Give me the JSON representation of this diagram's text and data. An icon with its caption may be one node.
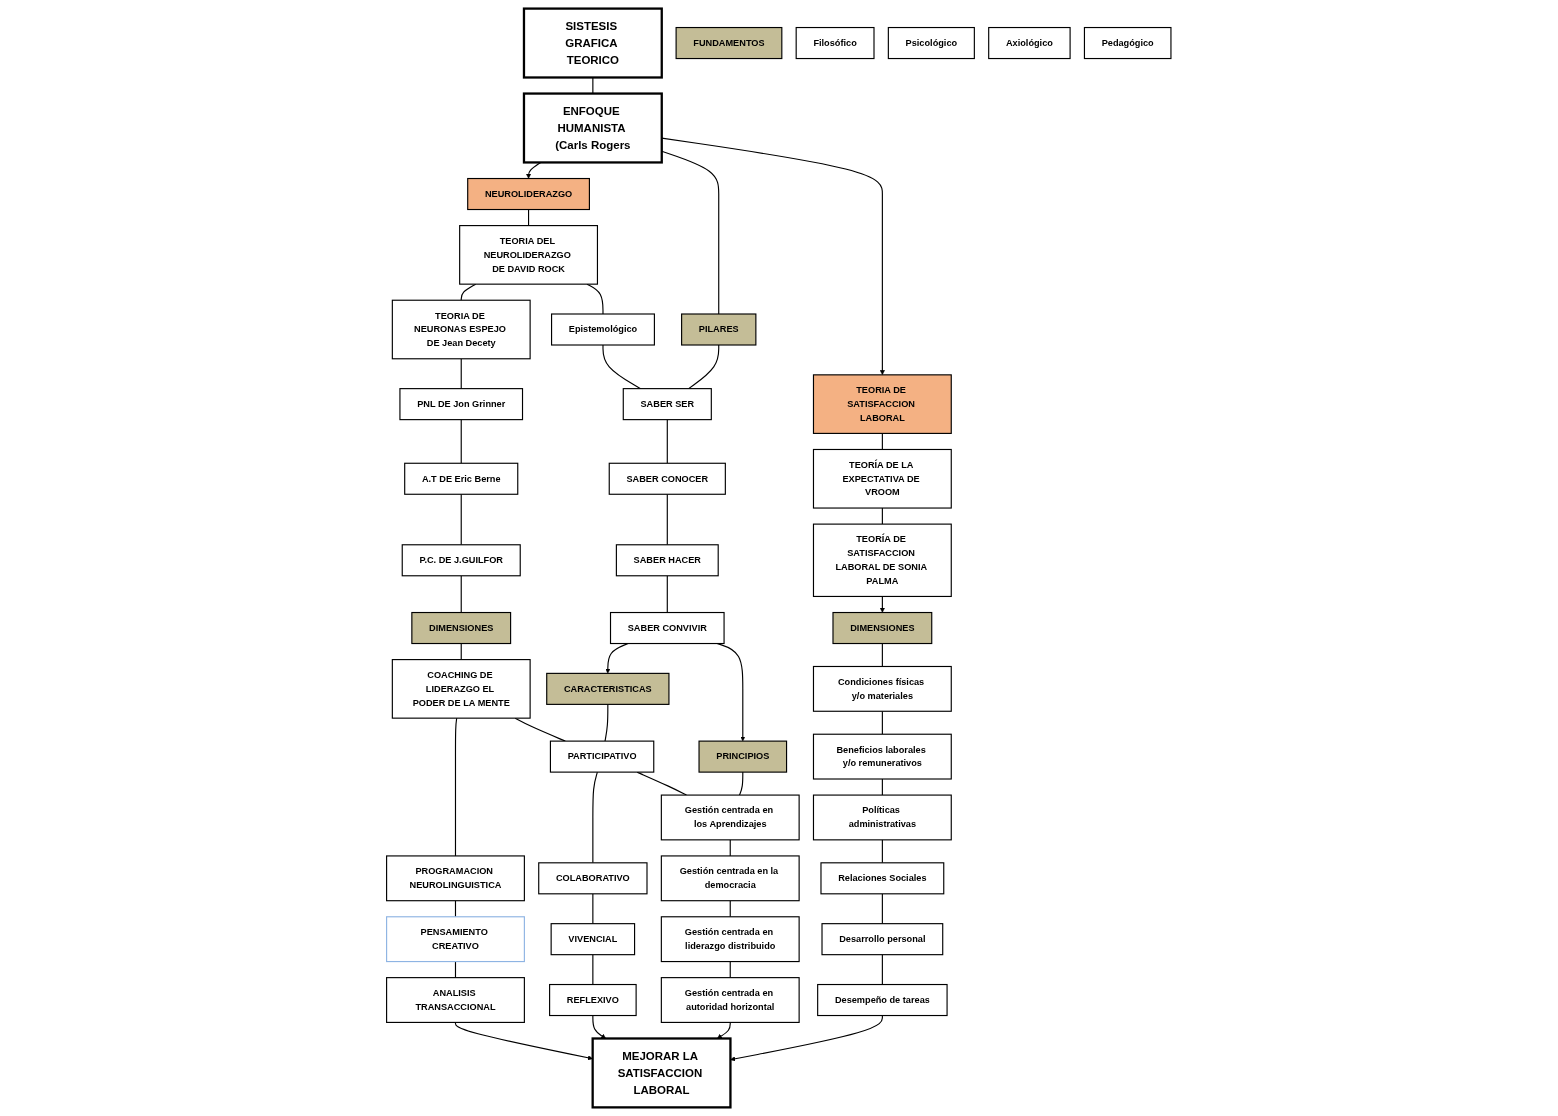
{
  "diagram": {
    "nodes": [
      {
        "text": [
          "SISTESIS GRAFICA TEORICO"
        ]
      },
      {
        "text": [
          "ENFOQUE HUMANISTA (Carls Rogers"
        ]
      },
      {
        "text": [
          "NEUROLIDERAZGO"
        ]
      },
      {
        "text": [
          "TEORIA DEL NEUROLIDERAZGO DE DAVID ROCK"
        ]
      },
      {
        "text": [
          "TEORIA DE NEURONAS ESPEJO DE Jean Decety"
        ]
      },
      {
        "text": [
          "PNL DE Jon Grinner"
        ]
      },
      {
        "text": [
          "A.T DE Eric Berne"
        ]
      },
      {
        "text": [
          "P.C. DE J.GUILFOR"
        ]
      },
      {
        "text": [
          "DIMENSIONES"
        ]
      },
      {
        "text": [
          "COACHING DE LIDERAZGO EL PODER DE LA MENTE"
        ]
      },
      {
        "text": [
          "PROGRAMACION NEUROLINGUISTICA"
        ]
      },
      {
        "text": [
          "PENSAMIENTO CREATIVO"
        ]
      },
      {
        "text": [
          "ANALISIS TRANSACCIONAL"
        ]
      },
      {
        "text": [
          "FUNDAMENTOS"
        ]
      },
      {
        "text": [
          "Epistemológico"
        ]
      },
      {
        "text": [
          "Filosófico"
        ]
      },
      {
        "text": [
          "Psicológico"
        ]
      },
      {
        "text": [
          "Axiológico"
        ]
      },
      {
        "text": [
          "Pedagógico"
        ]
      },
      {
        "text": [
          "PILARES"
        ]
      },
      {
        "text": [
          "SABER SER"
        ]
      },
      {
        "text": [
          "SABER CONOCER"
        ]
      },
      {
        "text": [
          "SABER HACER"
        ]
      },
      {
        "text": [
          "SABER CONVIVIR"
        ]
      },
      {
        "text": [
          "CARACTERISTICAS"
        ]
      },
      {
        "text": [
          "PARTICIPATIVO"
        ]
      },
      {
        "text": [
          "COLABORATIVO"
        ]
      },
      {
        "text": [
          "VIVENCIAL"
        ]
      },
      {
        "text": [
          "REFLEXIVO"
        ]
      },
      {
        "text": [
          "PRINCIPIOS"
        ]
      },
      {
        "text": [
          "Gestión centrada en los Aprendizajes"
        ]
      },
      {
        "text": [
          "Gestión centrada en la democracia"
        ]
      },
      {
        "text": [
          "Gestión centrada en liderazgo distribuido"
        ]
      },
      {
        "text": [
          "Gestión centrada en autoridad horizontal"
        ]
      },
      {
        "text": [
          "TEORIA DE SATISFACCION LABORAL"
        ]
      },
      {
        "text": [
          "TEORÍA DE LA EXPECTATIVA DE VROOM"
        ]
      },
      {
        "text": [
          "TEORÍA DE SATISFACCION LABORAL DE SONIA PALMA"
        ]
      },
      {
        "text": [
          "DIMENSIONES"
        ]
      },
      {
        "text": [
          "Condiciones físicas y/o materiales"
        ]
      },
      {
        "text": [
          "Beneficios laborales y/o remunerativos"
        ]
      },
      {
        "text": [
          "Políticas administrativas"
        ]
      },
      {
        "text": [
          "Relaciones Sociales"
        ]
      },
      {
        "text": [
          "Desarrollo personal"
        ]
      },
      {
        "text": [
          "Desempeño de tareas"
        ]
      },
      {
        "text": [
          "MEJORAR LA SATISFACCION LABORAL"
        ]
      }
    ],
    "edges": [
      {
        "from": 0,
        "to": 1,
        "arrow": "none"
      },
      {
        "from": 1,
        "to": 2,
        "arrow": "to"
      },
      {
        "from": 1,
        "to": 19,
        "arrow": "none"
      },
      {
        "from": 1,
        "to": 34,
        "arrow": "to"
      },
      {
        "from": 2,
        "to": 3,
        "arrow": "none"
      },
      {
        "from": 3,
        "to": 4,
        "arrow": "none"
      },
      {
        "from": 4,
        "to": 5,
        "arrow": "none"
      },
      {
        "from": 5,
        "to": 6,
        "arrow": "none"
      },
      {
        "from": 6,
        "to": 7,
        "arrow": "none"
      },
      {
        "from": 7,
        "to": 8,
        "arrow": "none"
      },
      {
        "from": 8,
        "to": 9,
        "arrow": "none"
      },
      {
        "from": 9,
        "to": 10,
        "arrow": "none"
      },
      {
        "from": 10,
        "to": 11,
        "arrow": "none"
      },
      {
        "from": 11,
        "to": 12,
        "arrow": "none"
      },
      {
        "from": 12,
        "to": 44,
        "arrow": "to"
      },
      {
        "from": 3,
        "to": 14,
        "arrow": "none"
      },
      {
        "from": 14,
        "to": 20,
        "arrow": "none"
      },
      {
        "from": 19,
        "to": 20,
        "arrow": "none"
      },
      {
        "from": 20,
        "to": 21,
        "arrow": "none"
      },
      {
        "from": 21,
        "to": 22,
        "arrow": "none"
      },
      {
        "from": 22,
        "to": 23,
        "arrow": "none"
      },
      {
        "from": 23,
        "to": 24,
        "arrow": "to"
      },
      {
        "from": 23,
        "to": 29,
        "arrow": "to"
      },
      {
        "from": 24,
        "to": 25,
        "arrow": "none"
      },
      {
        "from": 25,
        "to": 26,
        "arrow": "none"
      },
      {
        "from": 26,
        "to": 27,
        "arrow": "none"
      },
      {
        "from": 27,
        "to": 28,
        "arrow": "none"
      },
      {
        "from": 28,
        "to": 44,
        "arrow": "to"
      },
      {
        "from": 9,
        "to": 25,
        "arrow": "none"
      },
      {
        "from": 25,
        "to": 30,
        "arrow": "none"
      },
      {
        "from": 29,
        "to": 30,
        "arrow": "none"
      },
      {
        "from": 30,
        "to": 31,
        "arrow": "none"
      },
      {
        "from": 31,
        "to": 32,
        "arrow": "none"
      },
      {
        "from": 32,
        "to": 33,
        "arrow": "none"
      },
      {
        "from": 33,
        "to": 44,
        "arrow": "to"
      },
      {
        "from": 34,
        "to": 35,
        "arrow": "none"
      },
      {
        "from": 35,
        "to": 36,
        "arrow": "none"
      },
      {
        "from": 36,
        "to": 37,
        "arrow": "to"
      },
      {
        "from": 37,
        "to": 38,
        "arrow": "none"
      },
      {
        "from": 38,
        "to": 39,
        "arrow": "none"
      },
      {
        "from": 39,
        "to": 40,
        "arrow": "none"
      },
      {
        "from": 40,
        "to": 41,
        "arrow": "none"
      },
      {
        "from": 41,
        "to": 42,
        "arrow": "none"
      },
      {
        "from": 42,
        "to": 43,
        "arrow": "none"
      },
      {
        "from": 43,
        "to": 44,
        "arrow": "to"
      }
    ]
  }
}
